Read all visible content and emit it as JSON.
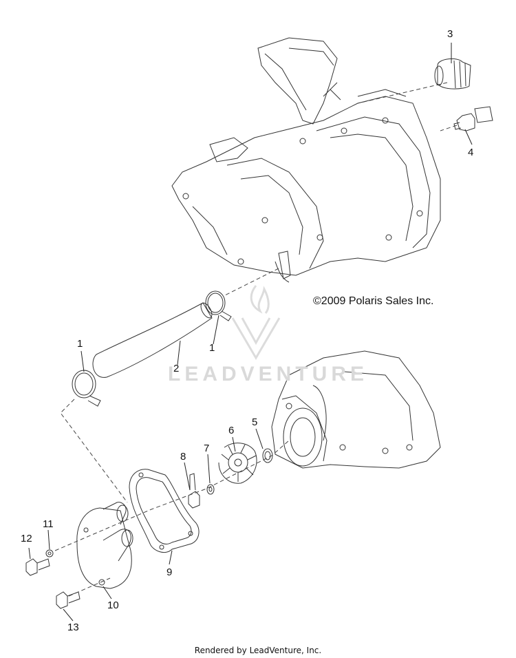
{
  "callouts": [
    {
      "id": "3",
      "text": "3"
    },
    {
      "id": "4",
      "text": "4"
    },
    {
      "id": "1a",
      "text": "1"
    },
    {
      "id": "1b",
      "text": "1"
    },
    {
      "id": "2",
      "text": "2"
    },
    {
      "id": "5",
      "text": "5"
    },
    {
      "id": "6",
      "text": "6"
    },
    {
      "id": "7",
      "text": "7"
    },
    {
      "id": "8",
      "text": "8"
    },
    {
      "id": "9",
      "text": "9"
    },
    {
      "id": "10",
      "text": "10"
    },
    {
      "id": "11",
      "text": "11"
    },
    {
      "id": "12",
      "text": "12"
    },
    {
      "id": "13",
      "text": "13"
    }
  ],
  "copyright": "©2009 Polaris Sales Inc.",
  "watermark": "LEADVENTURE",
  "footer": "Rendered by LeadVenture, Inc.",
  "colors": {
    "line": "#333333",
    "dash": "#444444",
    "watermark": "#d9d9d9"
  }
}
